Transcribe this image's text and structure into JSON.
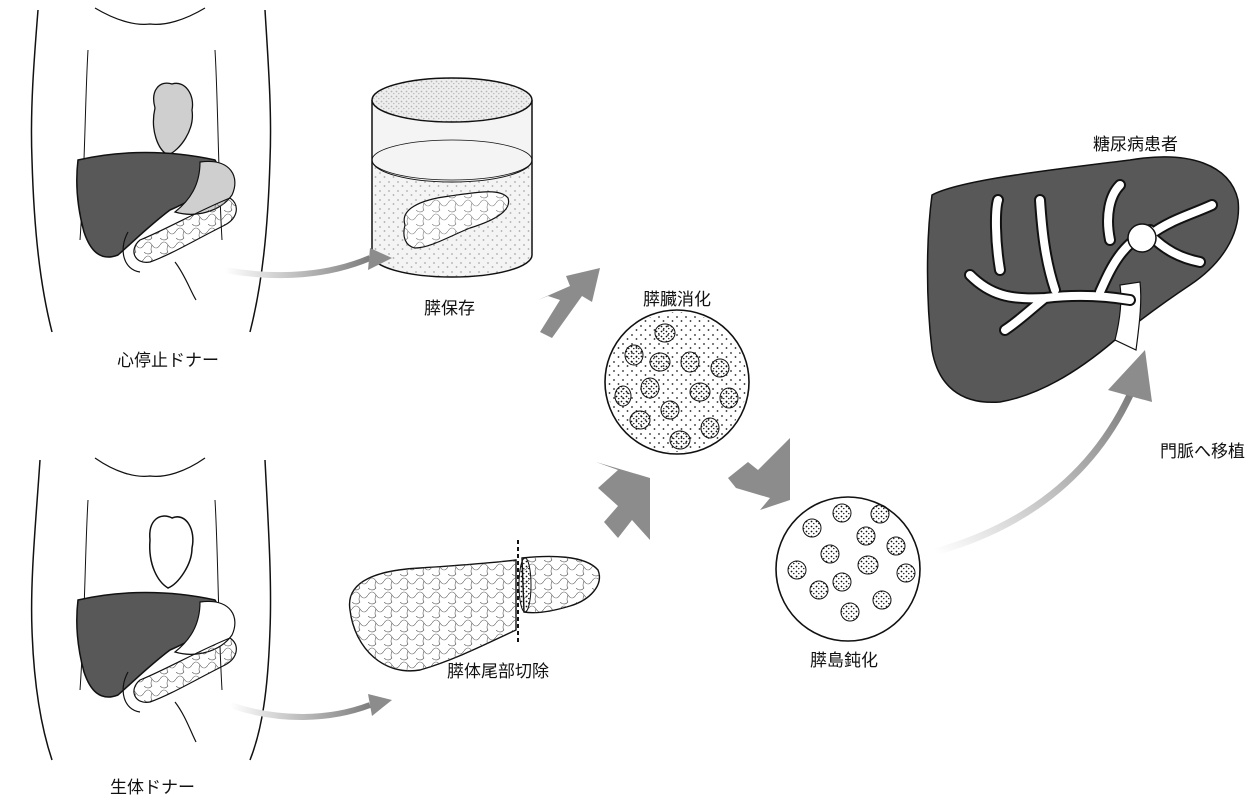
{
  "labels": {
    "cardiac_donor": "心停止ドナー",
    "living_donor": "生体ドナー",
    "pancreas_preservation": "膵保存",
    "distal_pancreatectomy": "膵体尾部切除",
    "pancreas_digestion": "膵臓消化",
    "islet_purification": "膵島鈍化",
    "diabetic_patient": "糖尿病患者",
    "portal_vein_transplant": "門脈へ移植"
  },
  "colors": {
    "organ_dark": "#585858",
    "organ_mid": "#9a9a9a",
    "organ_light": "#cfcfcf",
    "outline": "#111111",
    "arrow": "#8c8c8c",
    "background": "#ffffff"
  }
}
